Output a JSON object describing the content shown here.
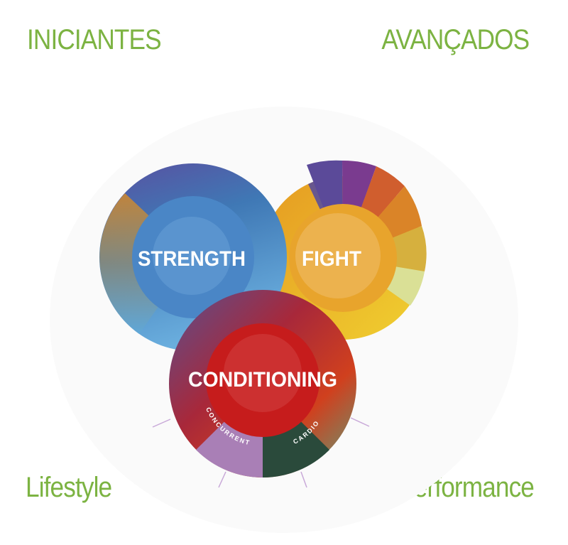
{
  "corners": {
    "top_left": "INICIANTES",
    "top_right": "AVANÇADOS",
    "bottom_left": "Lifestyle",
    "bottom_right": "Performance"
  },
  "circles": {
    "strength": "STRENGTH",
    "fight": "FIGHT",
    "conditioning": "CONDITIONING"
  },
  "segments": {
    "concurrent": "CONCURRENT",
    "cardio": "CARDIO"
  },
  "colors": {
    "accent_green": "#7cb342",
    "strength_blue": "#3f78b5",
    "fight_orange": "#e9a92e",
    "conditioning_red": "#c61c1c",
    "concurrent_purple": "#a97fb6",
    "cardio_green": "#2a4a3b"
  }
}
